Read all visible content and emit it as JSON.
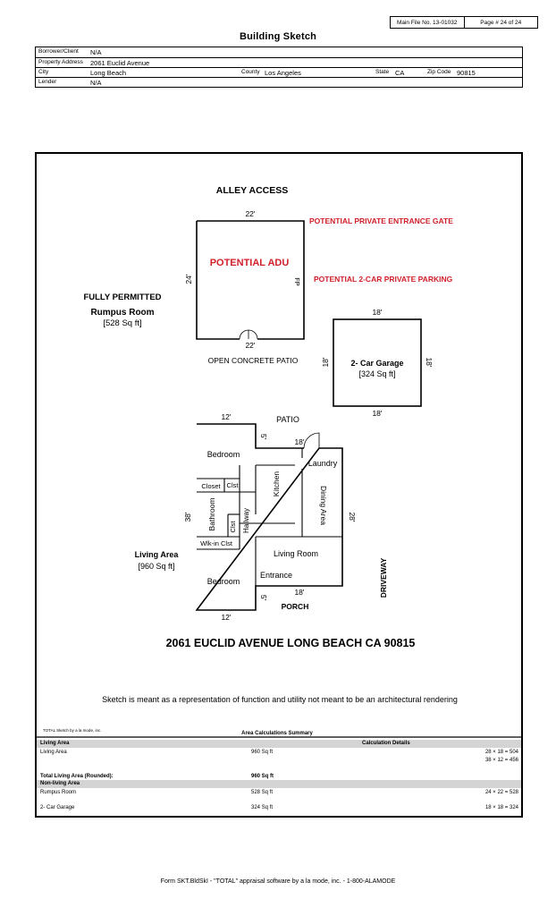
{
  "file_box": {
    "main_file": "Main File No. 13-01032",
    "page": "Page # 24 of 24"
  },
  "title": "Building Sketch",
  "info": {
    "borrower_label": "Borrower/Client",
    "borrower": "N/A",
    "address_label": "Property Address",
    "address": "2061 Euclid Avenue",
    "city_label": "City",
    "city": "Long Beach",
    "county_label": "County",
    "county": "Los Angeles",
    "state_label": "State",
    "state": "CA",
    "zip_label": "Zip Code",
    "zip": "90815",
    "lender_label": "Lender",
    "lender": "N/A"
  },
  "sketch": {
    "alley": "ALLEY ACCESS",
    "gate": "POTENTIAL PRIVATE ENTRANCE GATE",
    "parking": "POTENTIAL 2-CAR PRIVATE PARKING",
    "adu": "POTENTIAL ADU",
    "fp": "FP",
    "rumpus_permitted": "FULLY PERMITTED",
    "rumpus_room": "Rumpus Room",
    "rumpus_area": "[528 Sq ft]",
    "patio_concrete": "OPEN CONCRETE PATIO",
    "garage": "2- Car Garage",
    "garage_area": "[324 Sq ft]",
    "patio": "PATIO",
    "bedroom": "Bedroom",
    "laundry": "Laundry",
    "kitchen": "Kitchen",
    "closet": "Closet",
    "clst": "Clst",
    "bathroom": "Bathroom",
    "hallway": "Hallway",
    "dining": "Dining Area",
    "wlkin": "Wlk-in Clst",
    "living_room": "Living Room",
    "entrance": "Entrance",
    "living_area": "Living Area",
    "living_sqft": "[960 Sq ft]",
    "driveway": "DRIVEWAY",
    "porch": "PORCH",
    "address": "2061 EUCLID AVENUE LONG BEACH CA 90815",
    "note": "Sketch is meant as a representation of function and utility not meant to be an architectural rendering",
    "dims": {
      "adu_top": "22'",
      "adu_bottom": "22'",
      "adu_left": "24'",
      "garage_top": "18'",
      "garage_left": "18'",
      "garage_right": "18'",
      "garage_bottom": "18'",
      "house_top": "12'",
      "house_bottom": "12'",
      "house_left": "38'",
      "house_right": "28'",
      "notch_top": "18'",
      "notch_bottom": "18'",
      "notch_v1": "5'",
      "notch_v2": "5'"
    }
  },
  "summary": {
    "credit": "TOTAL Sketch by a la mode, inc.",
    "title": "Area Calculations Summary",
    "living_header": "Living Area",
    "calc_header": "Calculation Details",
    "living_row": {
      "label": "Living Area",
      "value": "960 Sq ft",
      "calc1": "28 × 18 = 504",
      "calc2": "38 × 12 = 456"
    },
    "total_label": "Total Living Area (Rounded):",
    "total_value": "960 Sq ft",
    "nonliving_header": "Non-living Area",
    "rumpus_row": {
      "label": "Rumpus Room",
      "value": "528 Sq ft",
      "calc": "24 × 22 = 528"
    },
    "garage_row": {
      "label": "2- Car Garage",
      "value": "324 Sq ft",
      "calc": "18 × 18 = 324"
    }
  },
  "footer": "Form SKT.BldSkI - \"TOTAL\" appraisal software by a la mode, inc. - 1-800-ALAMODE",
  "colors": {
    "accent_red": "#d0202a",
    "summary_bar": "#d4d4d4"
  }
}
